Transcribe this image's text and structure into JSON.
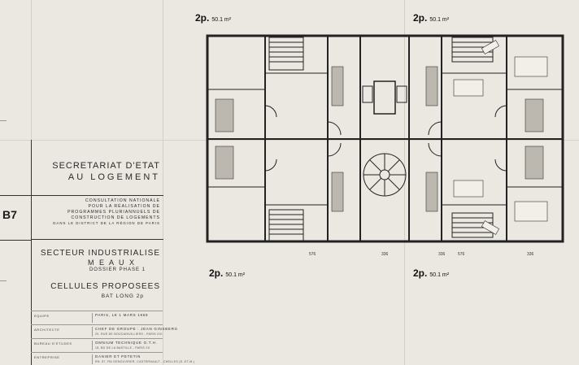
{
  "title_block": {
    "line1": "SECRETARIAT D'ETAT",
    "line2": "AU LOGEMENT",
    "sheet_code": "B7",
    "consultation": [
      "CONSULTATION NATIONALE",
      "POUR LA RÉALISATION DE",
      "PROGRAMMES PLURIANNUELS DE",
      "CONSTRUCTION DE LOGEMENTS",
      "DANS LE DISTRICT DE LA RÉGION DE PARIS"
    ],
    "sector": "SECTEUR INDUSTRIALISE",
    "city": "M E A U X",
    "phase": "DOSSIER PHASE 1",
    "cells": "CELLULES PROPOSEES",
    "building": "BAT LONG  2p"
  },
  "info_rows": [
    {
      "label": "EQUIPE",
      "main": "PARIS, LE 1 MARS 1968",
      "sub": ""
    },
    {
      "label": "ARCHITECTE",
      "main": "CHEF DE GROUPE : JEAN GINSBERG",
      "sub": "20, RUE DE BOUCAINVILLIERS - PARIS XVI"
    },
    {
      "label": "BUREAU D'ETUDES",
      "main": "OMNIUM TECHNIQUE  O.T.H.",
      "sub": "18, BD DE LA BASTILLE - PARIS XII"
    },
    {
      "label": "ENTREPRISE",
      "main": "DANIER ET PETETIN",
      "sub": "RN. 87, RN GENOUVRIER, CASTERNAULT - CHELLES (S.-ET-M.)"
    }
  ],
  "units": [
    {
      "code": "2p.",
      "area": "50.1 m²"
    },
    {
      "code": "2p.",
      "area": "50.1 m²"
    },
    {
      "code": "2p.",
      "area": "50.1 m²"
    },
    {
      "code": "2p.",
      "area": "50.1 m²"
    }
  ],
  "dimensions": [
    "576",
    "336",
    "336",
    "576",
    "336"
  ]
}
